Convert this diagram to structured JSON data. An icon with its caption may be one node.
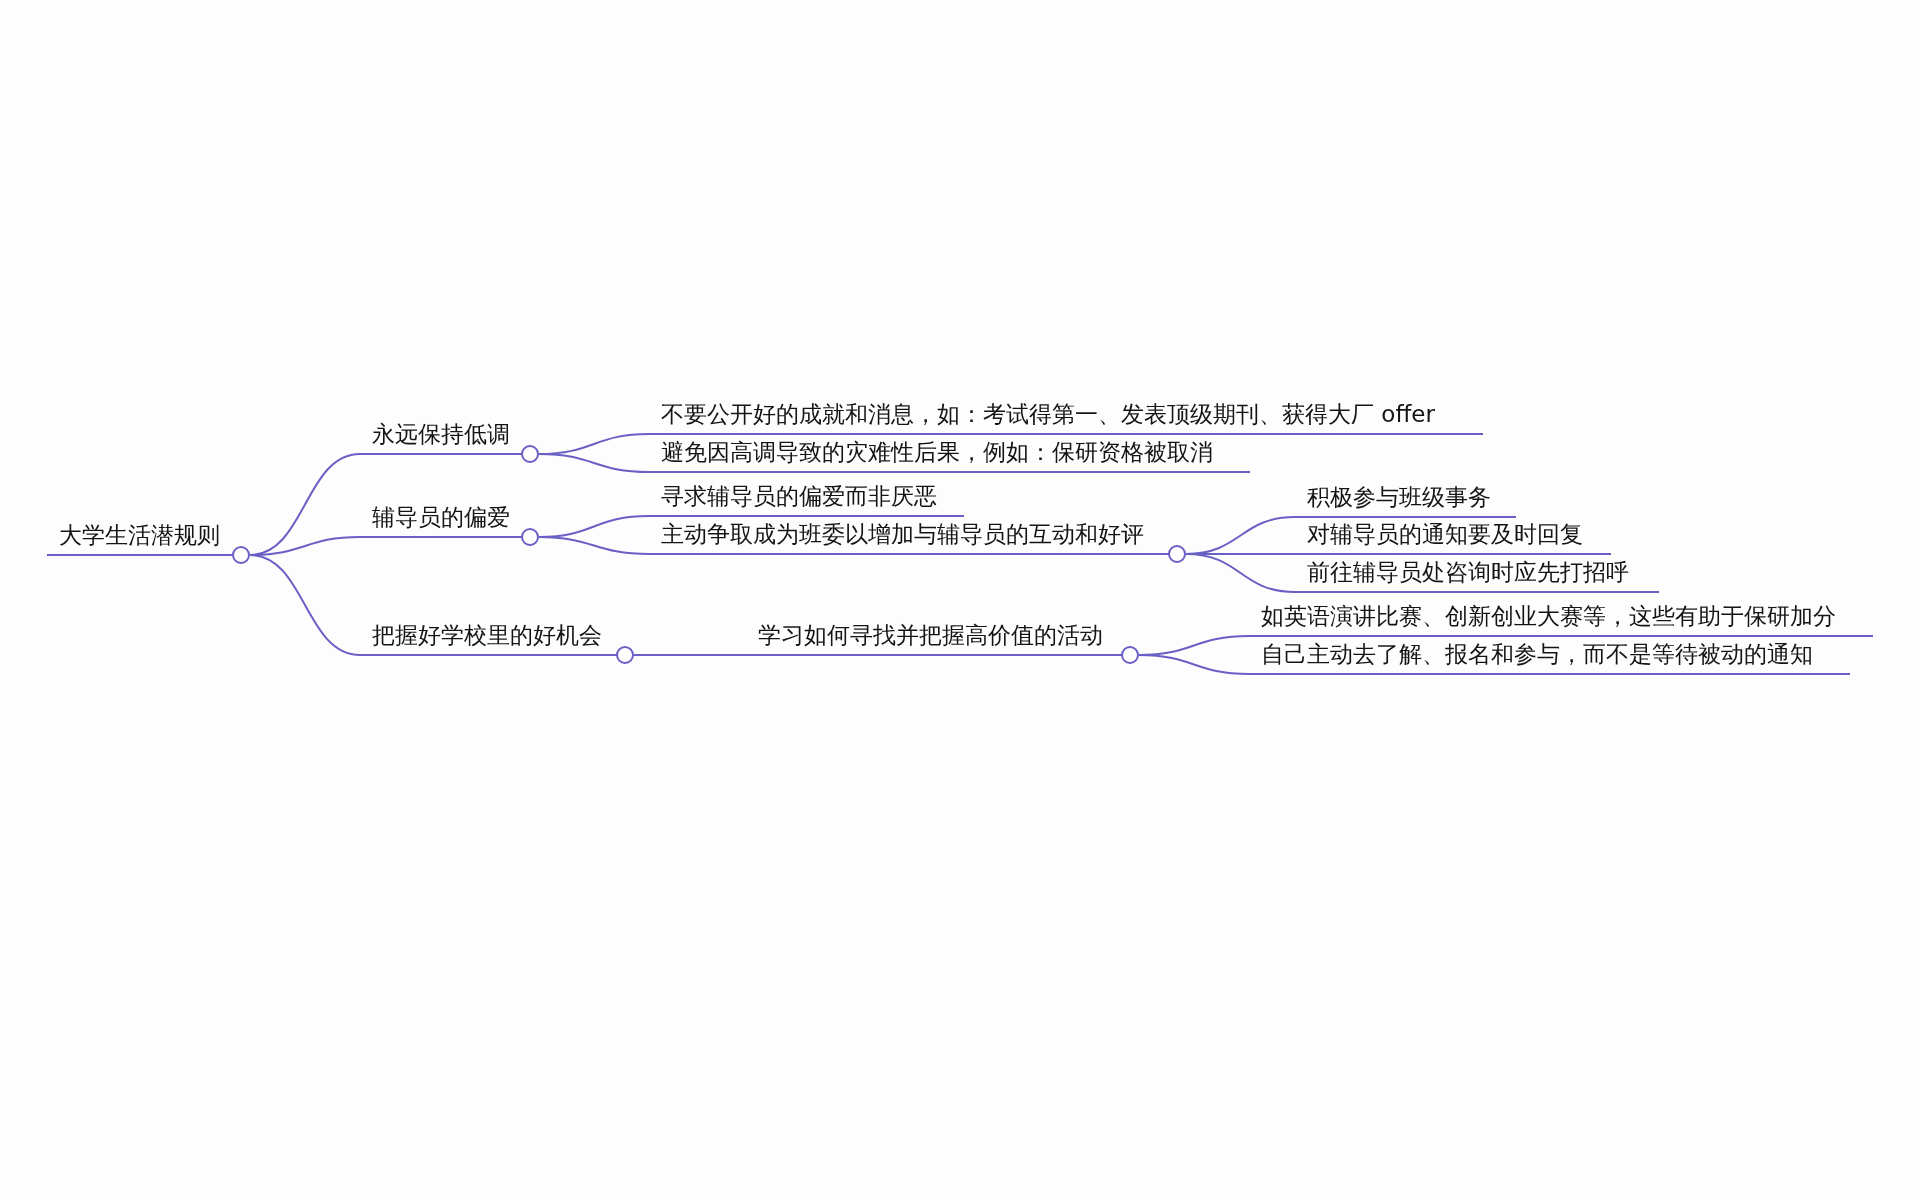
{
  "diagram": {
    "nodes": [
      {
        "text": [
          "大学生活潜规则"
        ]
      },
      {
        "text": [
          "永远保持低调"
        ]
      },
      {
        "text": [
          "不要公开好的成就和消息，如：考试得第一、发表顶级期刊、获得大厂 offer"
        ]
      },
      {
        "text": [
          "避免因高调导致的灾难性后果，例如：保研资格被取消"
        ]
      },
      {
        "text": [
          "辅导员的偏爱"
        ]
      },
      {
        "text": [
          "寻求辅导员的偏爱而非厌恶"
        ]
      },
      {
        "text": [
          "主动争取成为班委以增加与辅导员的互动和好评"
        ]
      },
      {
        "text": [
          "积极参与班级事务"
        ]
      },
      {
        "text": [
          "对辅导员的通知要及时回复"
        ]
      },
      {
        "text": [
          "前往辅导员处咨询时应先打招呼"
        ]
      },
      {
        "text": [
          "把握好学校里的好机会"
        ]
      },
      {
        "text": [
          "学习如何寻找并把握高价值的活动"
        ]
      },
      {
        "text": [
          "如英语演讲比赛、创新创业大赛等，这些有助于保研加分"
        ]
      },
      {
        "text": [
          "自己主动去了解、报名和参与，而不是等待被动的通知"
        ]
      }
    ],
    "edges": [
      {
        "from": 0,
        "to": 1,
        "arrow": "none"
      },
      {
        "from": 1,
        "to": 2,
        "arrow": "none"
      },
      {
        "from": 1,
        "to": 3,
        "arrow": "none"
      },
      {
        "from": 0,
        "to": 4,
        "arrow": "none"
      },
      {
        "from": 4,
        "to": 5,
        "arrow": "none"
      },
      {
        "from": 4,
        "to": 6,
        "arrow": "none"
      },
      {
        "from": 6,
        "to": 7,
        "arrow": "none"
      },
      {
        "from": 6,
        "to": 8,
        "arrow": "none"
      },
      {
        "from": 6,
        "to": 9,
        "arrow": "none"
      },
      {
        "from": 0,
        "to": 10,
        "arrow": "none"
      },
      {
        "from": 10,
        "to": 11,
        "arrow": "none"
      },
      {
        "from": 11,
        "to": 12,
        "arrow": "none"
      },
      {
        "from": 11,
        "to": 13,
        "arrow": "none"
      }
    ]
  }
}
